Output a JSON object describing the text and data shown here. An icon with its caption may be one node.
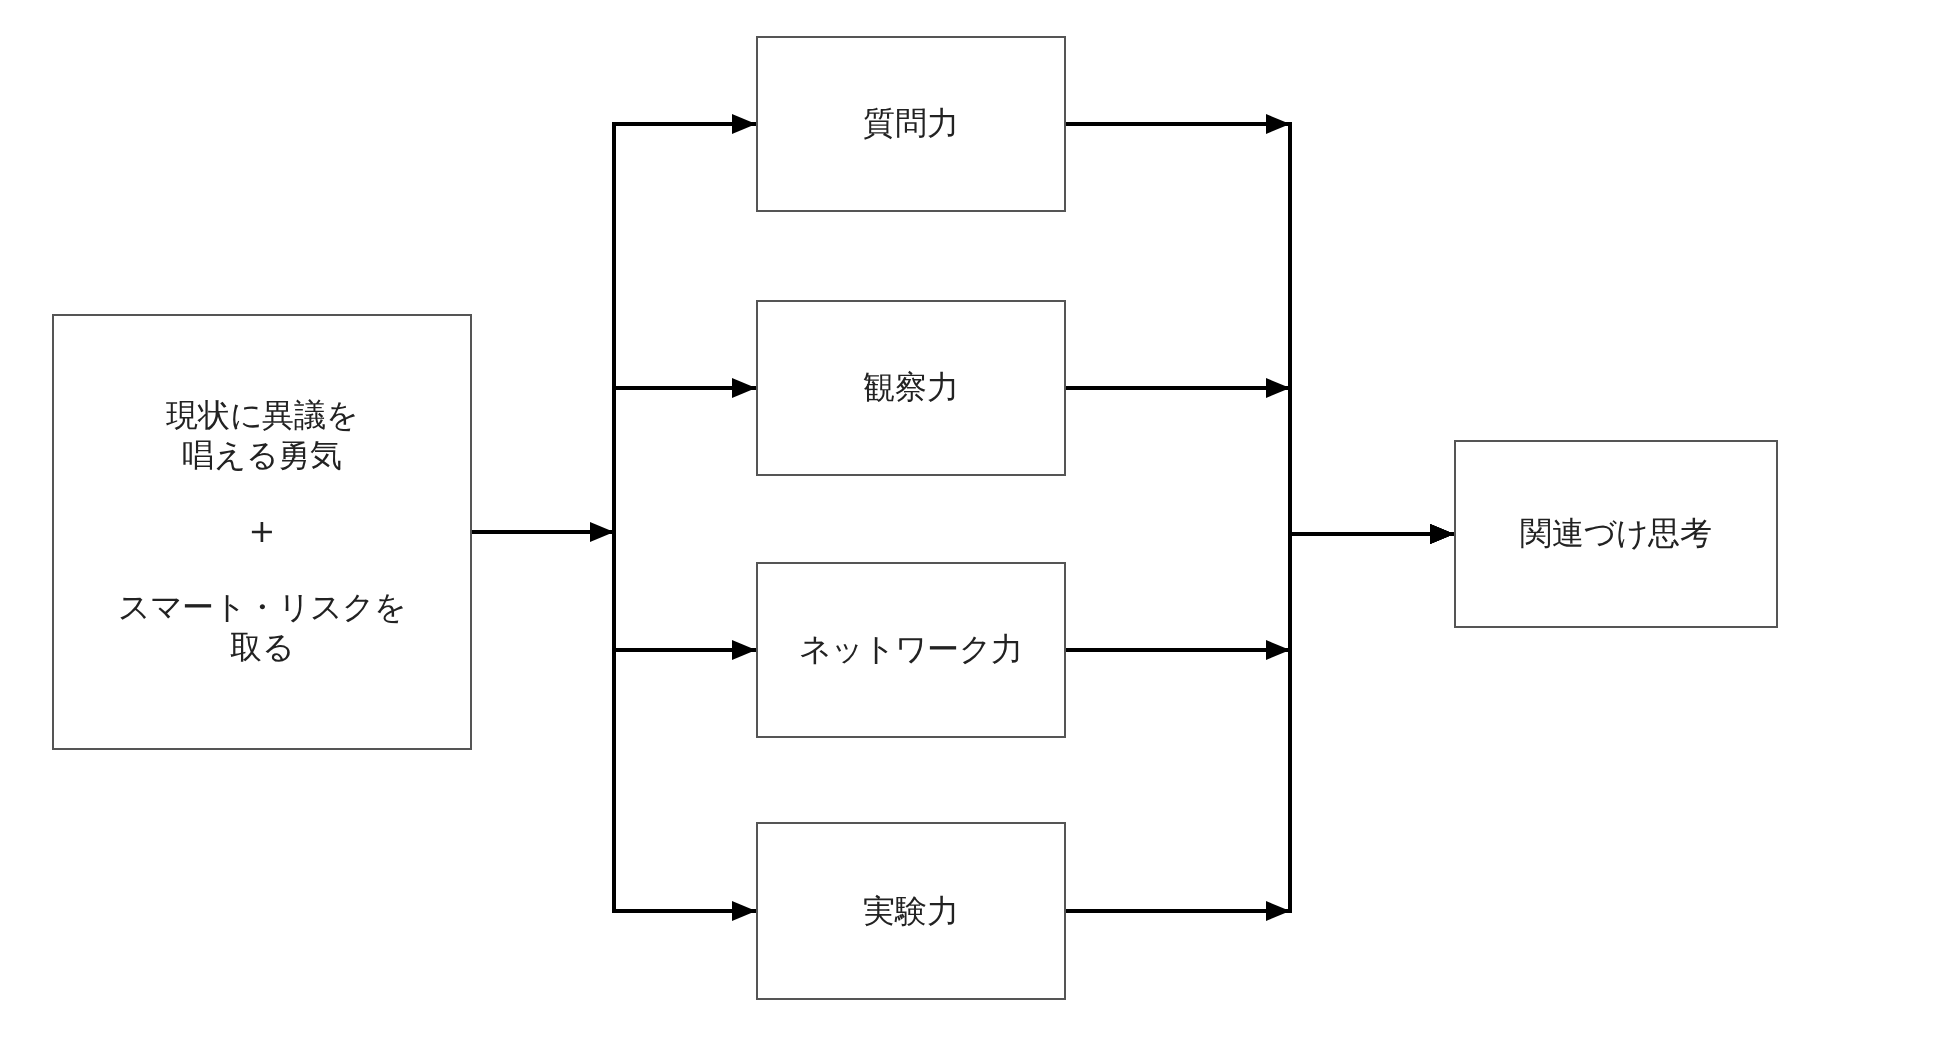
{
  "diagram": {
    "nodes": [
      {
        "text": [
          "現状に異議を唱える勇気",
          "+",
          "スマート・リスクを取る"
        ]
      },
      {
        "text": [
          "質問力"
        ]
      },
      {
        "text": [
          "観察力"
        ]
      },
      {
        "text": [
          "ネットワーク力"
        ]
      },
      {
        "text": [
          "実験力"
        ]
      },
      {
        "text": [
          "関連づけ思考"
        ]
      }
    ],
    "edges": [
      {
        "from": 0,
        "to": 1,
        "arrow": "to"
      },
      {
        "from": 0,
        "to": 2,
        "arrow": "to"
      },
      {
        "from": 0,
        "to": 3,
        "arrow": "to"
      },
      {
        "from": 0,
        "to": 4,
        "arrow": "to"
      },
      {
        "from": 1,
        "to": 5,
        "arrow": "to"
      },
      {
        "from": 2,
        "to": 5,
        "arrow": "to"
      },
      {
        "from": 3,
        "to": 5,
        "arrow": "to"
      },
      {
        "from": 4,
        "to": 5,
        "arrow": "to"
      }
    ]
  }
}
